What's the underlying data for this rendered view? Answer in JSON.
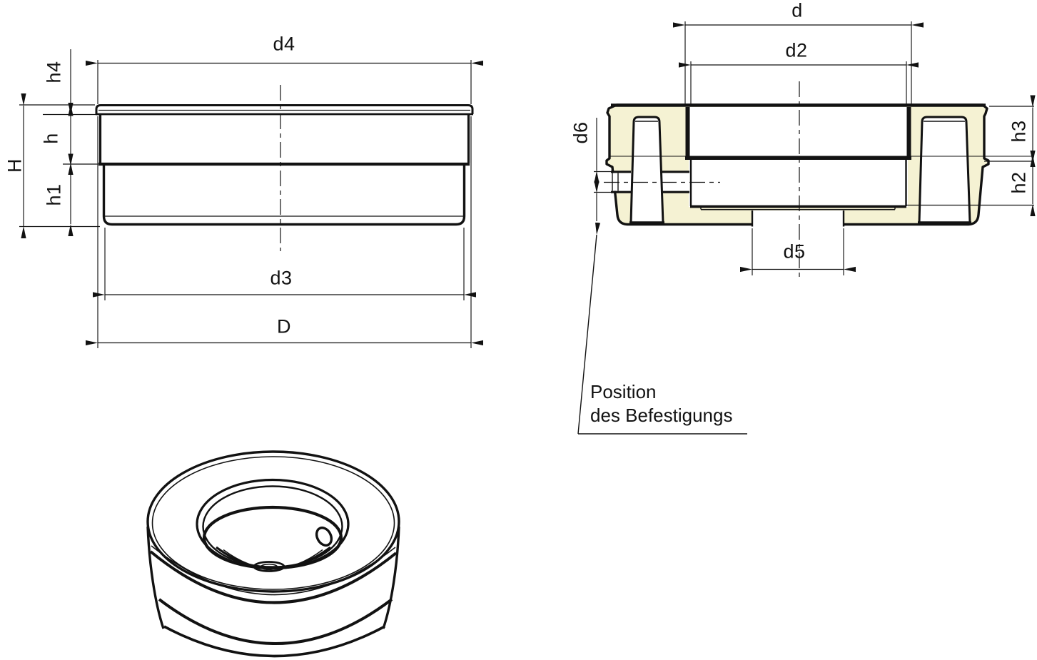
{
  "labels": {
    "d4": "d4",
    "h4": "h4",
    "H": "H",
    "h": "h",
    "h1": "h1",
    "d3": "d3",
    "D": "D",
    "d": "d",
    "d2": "d2",
    "d6": "d6",
    "h3": "h3",
    "h2": "h2",
    "d5": "d5"
  },
  "note": {
    "line1": "Position",
    "line2": "des Befestigungs"
  },
  "colors": {
    "line": "#121212",
    "section_fill": "#f5f2d3",
    "background": "#ffffff"
  }
}
